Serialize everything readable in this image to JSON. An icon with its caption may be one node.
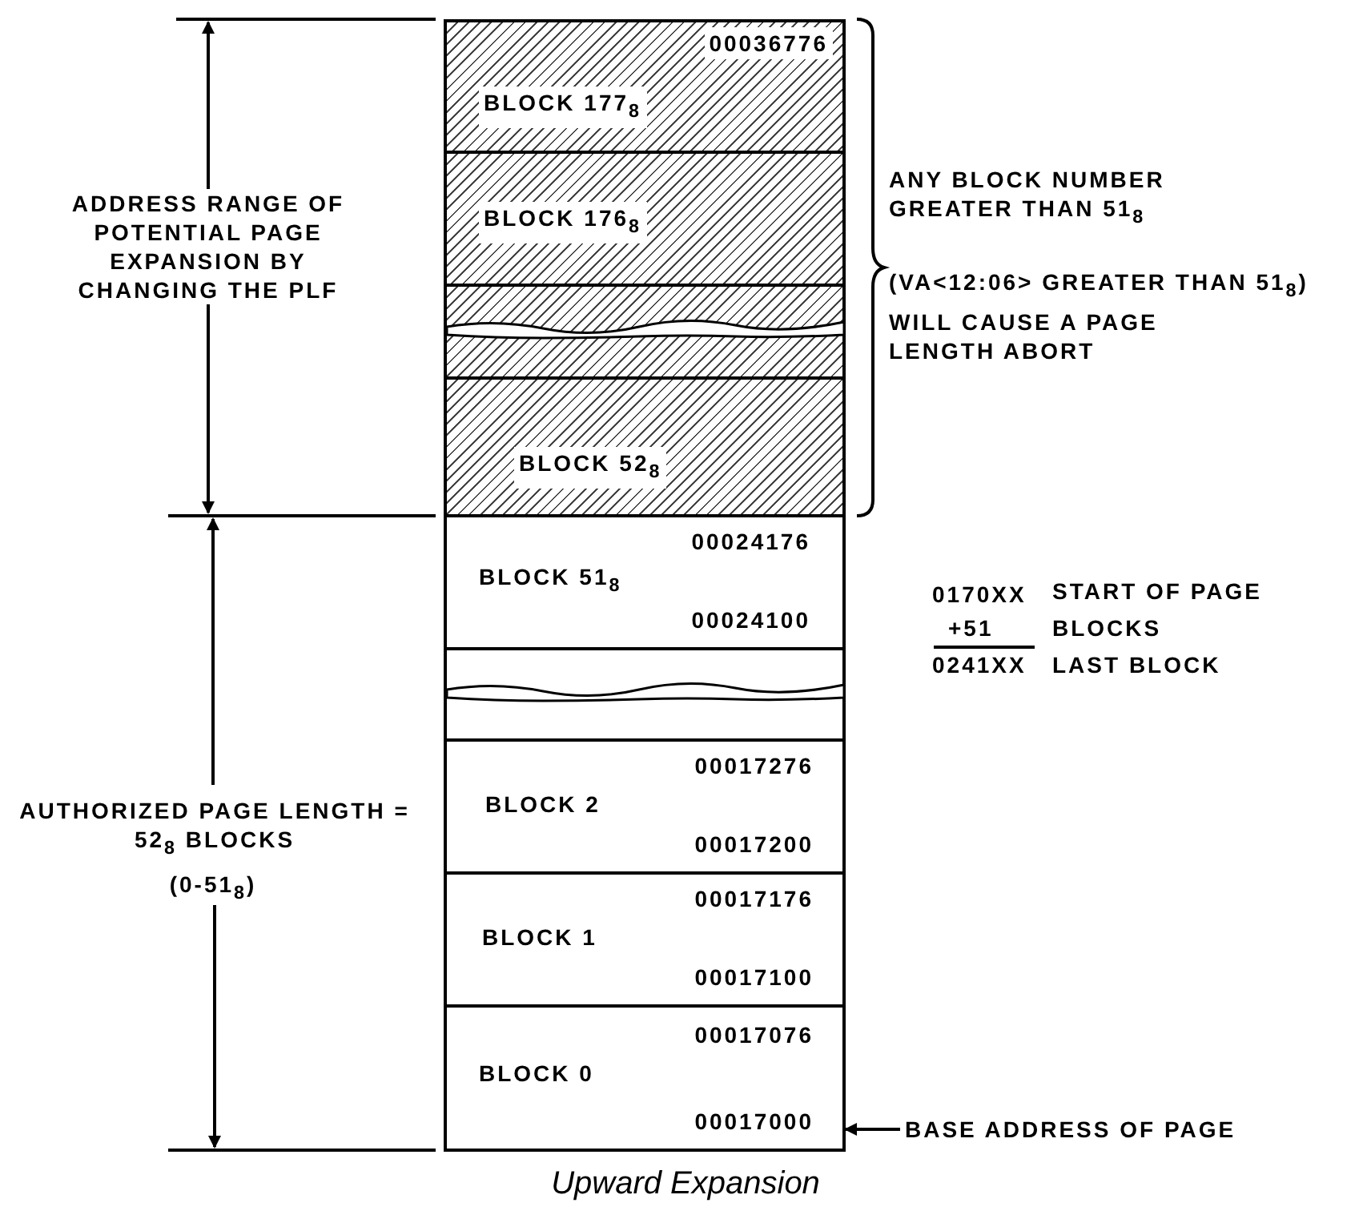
{
  "diagram": {
    "caption": "Upward Expansion",
    "nodes": [
      {
        "text": [
          "00036776",
          "BLOCK 177$_{8}$"
        ]
      },
      {
        "text": [
          "BLOCK 176$_{8}$"
        ]
      },
      {
        "text": [],
        "shape": "box"
      },
      {
        "text": [
          "BLOCK 52$_{8}$"
        ]
      },
      {
        "text": [
          "00024176",
          "BLOCK 51$_{8}$",
          "00024100"
        ]
      },
      {
        "text": [],
        "shape": "box"
      },
      {
        "text": [
          "00017276",
          "BLOCK 2",
          "00017200"
        ]
      },
      {
        "text": [
          "00017176",
          "BLOCK 1",
          "00017100"
        ]
      },
      {
        "text": [
          "00017076",
          "BLOCK 0",
          "00017000"
        ]
      },
      {
        "text": [
          "BASE ADDRESS OF PAGE"
        ]
      }
    ],
    "edges": [
      {
        "from": 9,
        "to": 8,
        "arrow": "to"
      }
    ],
    "labels": [
      "ADDRESS RANGE OF POTENTIAL PAGE EXPANSION BY CHANGING THE PLF",
      "ANY BLOCK NUMBER GREATER THAN 51$_{8}$",
      "(VA<12:06> GREATER THAN 51$_{8}$)",
      "WILL CAUSE A PAGE LENGTH ABORT",
      "0170XX",
      "START OF PAGE",
      "+51",
      "BLOCKS",
      "0241XX",
      "LAST BLOCK",
      "AUTHORIZED PAGE LENGTH = 52$_{8}$ BLOCKS",
      "(0-51$_{8}$)"
    ]
  }
}
